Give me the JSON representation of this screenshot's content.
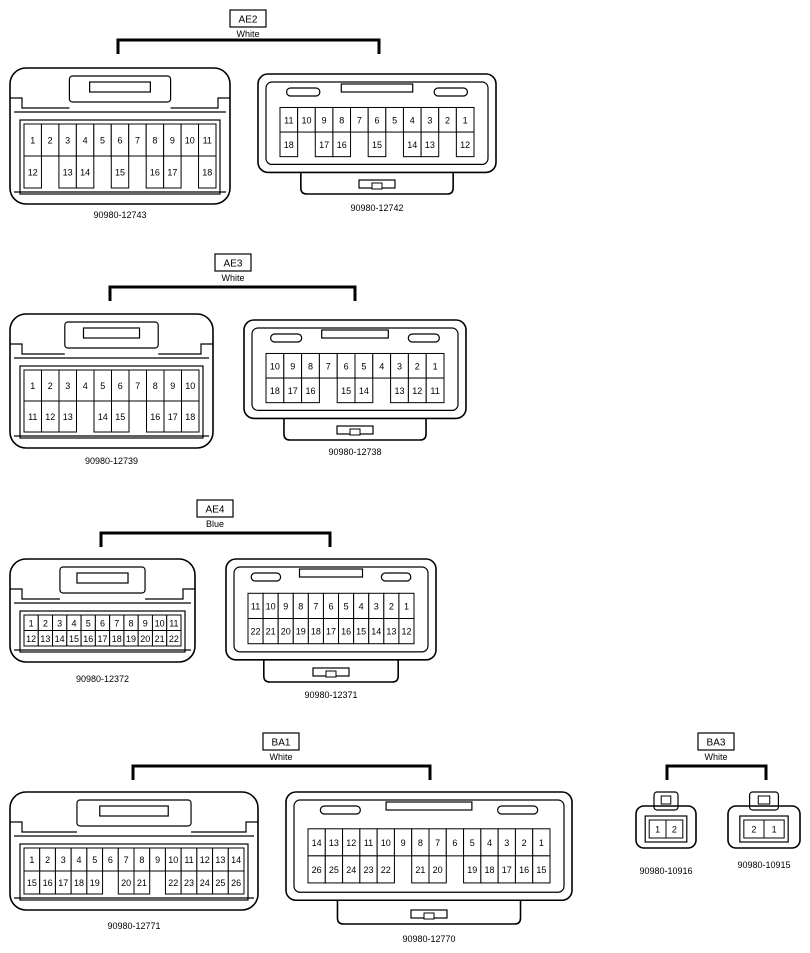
{
  "groups": [
    {
      "id": "AE2",
      "label": "AE2",
      "color": "White",
      "connectors": [
        {
          "part": "90980-12743",
          "style": "male",
          "rows": [
            [
              "1",
              "2",
              "3",
              "4",
              "5",
              "6",
              "7",
              "8",
              "9",
              "10",
              "11"
            ],
            [
              "12",
              "",
              "13",
              "14",
              "",
              "15",
              "",
              "16",
              "17",
              "",
              "18"
            ]
          ]
        },
        {
          "part": "90980-12742",
          "style": "female",
          "rows": [
            [
              "11",
              "10",
              "9",
              "8",
              "7",
              "6",
              "5",
              "4",
              "3",
              "2",
              "1"
            ],
            [
              "18",
              "",
              "17",
              "16",
              "",
              "15",
              "",
              "14",
              "13",
              "",
              "12"
            ]
          ]
        }
      ]
    },
    {
      "id": "AE3",
      "label": "AE3",
      "color": "White",
      "connectors": [
        {
          "part": "90980-12739",
          "style": "male",
          "rows": [
            [
              "1",
              "2",
              "3",
              "4",
              "5",
              "6",
              "7",
              "8",
              "9",
              "10"
            ],
            [
              "11",
              "12",
              "13",
              "",
              "14",
              "15",
              "",
              "16",
              "17",
              "18"
            ]
          ]
        },
        {
          "part": "90980-12738",
          "style": "female",
          "rows": [
            [
              "10",
              "9",
              "8",
              "7",
              "6",
              "5",
              "4",
              "3",
              "2",
              "1"
            ],
            [
              "18",
              "17",
              "16",
              "",
              "15",
              "14",
              "",
              "13",
              "12",
              "11"
            ]
          ]
        }
      ]
    },
    {
      "id": "AE4",
      "label": "AE4",
      "color": "Blue",
      "connectors": [
        {
          "part": "90980-12372",
          "style": "male",
          "rows": [
            [
              "1",
              "2",
              "3",
              "4",
              "5",
              "6",
              "7",
              "8",
              "9",
              "10",
              "11"
            ],
            [
              "12",
              "13",
              "14",
              "15",
              "16",
              "17",
              "18",
              "19",
              "20",
              "21",
              "22"
            ]
          ]
        },
        {
          "part": "90980-12371",
          "style": "female",
          "rows": [
            [
              "11",
              "10",
              "9",
              "8",
              "7",
              "6",
              "5",
              "4",
              "3",
              "2",
              "1"
            ],
            [
              "22",
              "21",
              "20",
              "19",
              "18",
              "17",
              "16",
              "15",
              "14",
              "13",
              "12"
            ]
          ]
        }
      ]
    },
    {
      "id": "BA1",
      "label": "BA1",
      "color": "White",
      "connectors": [
        {
          "part": "90980-12771",
          "style": "male",
          "rows": [
            [
              "1",
              "2",
              "3",
              "4",
              "5",
              "6",
              "7",
              "8",
              "9",
              "10",
              "11",
              "12",
              "13",
              "14"
            ],
            [
              "15",
              "16",
              "17",
              "18",
              "19",
              "",
              "20",
              "21",
              "",
              "22",
              "23",
              "24",
              "25",
              "26"
            ]
          ]
        },
        {
          "part": "90980-12770",
          "style": "female",
          "rows": [
            [
              "14",
              "13",
              "12",
              "11",
              "10",
              "9",
              "8",
              "7",
              "6",
              "5",
              "4",
              "3",
              "2",
              "1"
            ],
            [
              "26",
              "25",
              "24",
              "23",
              "22",
              "",
              "21",
              "20",
              "",
              "19",
              "18",
              "17",
              "16",
              "15"
            ]
          ]
        }
      ]
    },
    {
      "id": "BA3",
      "label": "BA3",
      "color": "White",
      "connectors": [
        {
          "part": "90980-10916",
          "style": "small",
          "rows": [
            [
              "1",
              "2"
            ]
          ]
        },
        {
          "part": "90980-10915",
          "style": "small",
          "rows": [
            [
              "2",
              "1"
            ]
          ]
        }
      ]
    }
  ]
}
